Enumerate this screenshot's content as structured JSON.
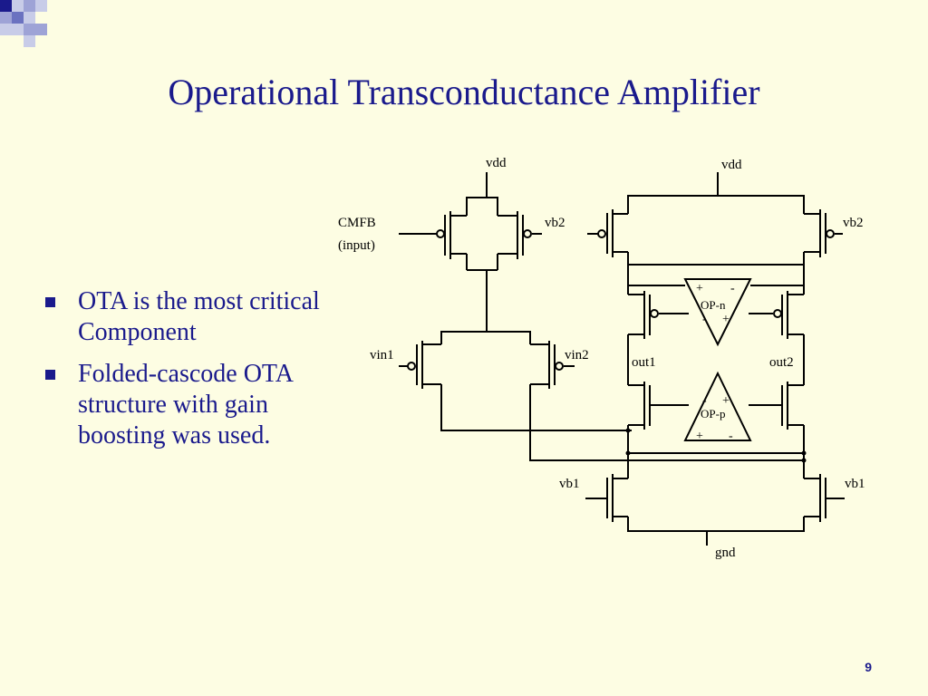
{
  "slide": {
    "title": "Operational Transconductance Amplifier",
    "page_number": "9",
    "accent_color": "#1a1a8c",
    "background_color": "#fdfde3",
    "bullets": [
      {
        "text": "OTA is the most critical Component"
      },
      {
        "text": "Folded-cascode OTA structure with gain boosting was used."
      }
    ]
  },
  "schematic": {
    "labels": {
      "vdd_left": "vdd",
      "vdd_right": "vdd",
      "cmfb": "CMFB",
      "cmfb_input": "(input)",
      "vb2_mid": "vb2",
      "vb2_right": "vb2",
      "vin1": "vin1",
      "vin2": "vin2",
      "out1": "out1",
      "out2": "out2",
      "vb1_left": "vb1",
      "vb1_right": "vb1",
      "gnd": "gnd",
      "op_n": "OP-n",
      "op_p": "OP-p",
      "opn_top_plus": "+",
      "opn_top_minus": "-",
      "opn_bot_minus": "-",
      "opn_bot_plus": "+",
      "opp_top_minus": "-",
      "opp_top_plus": "+",
      "opp_bot_plus": "+",
      "opp_bot_minus": "-"
    }
  }
}
